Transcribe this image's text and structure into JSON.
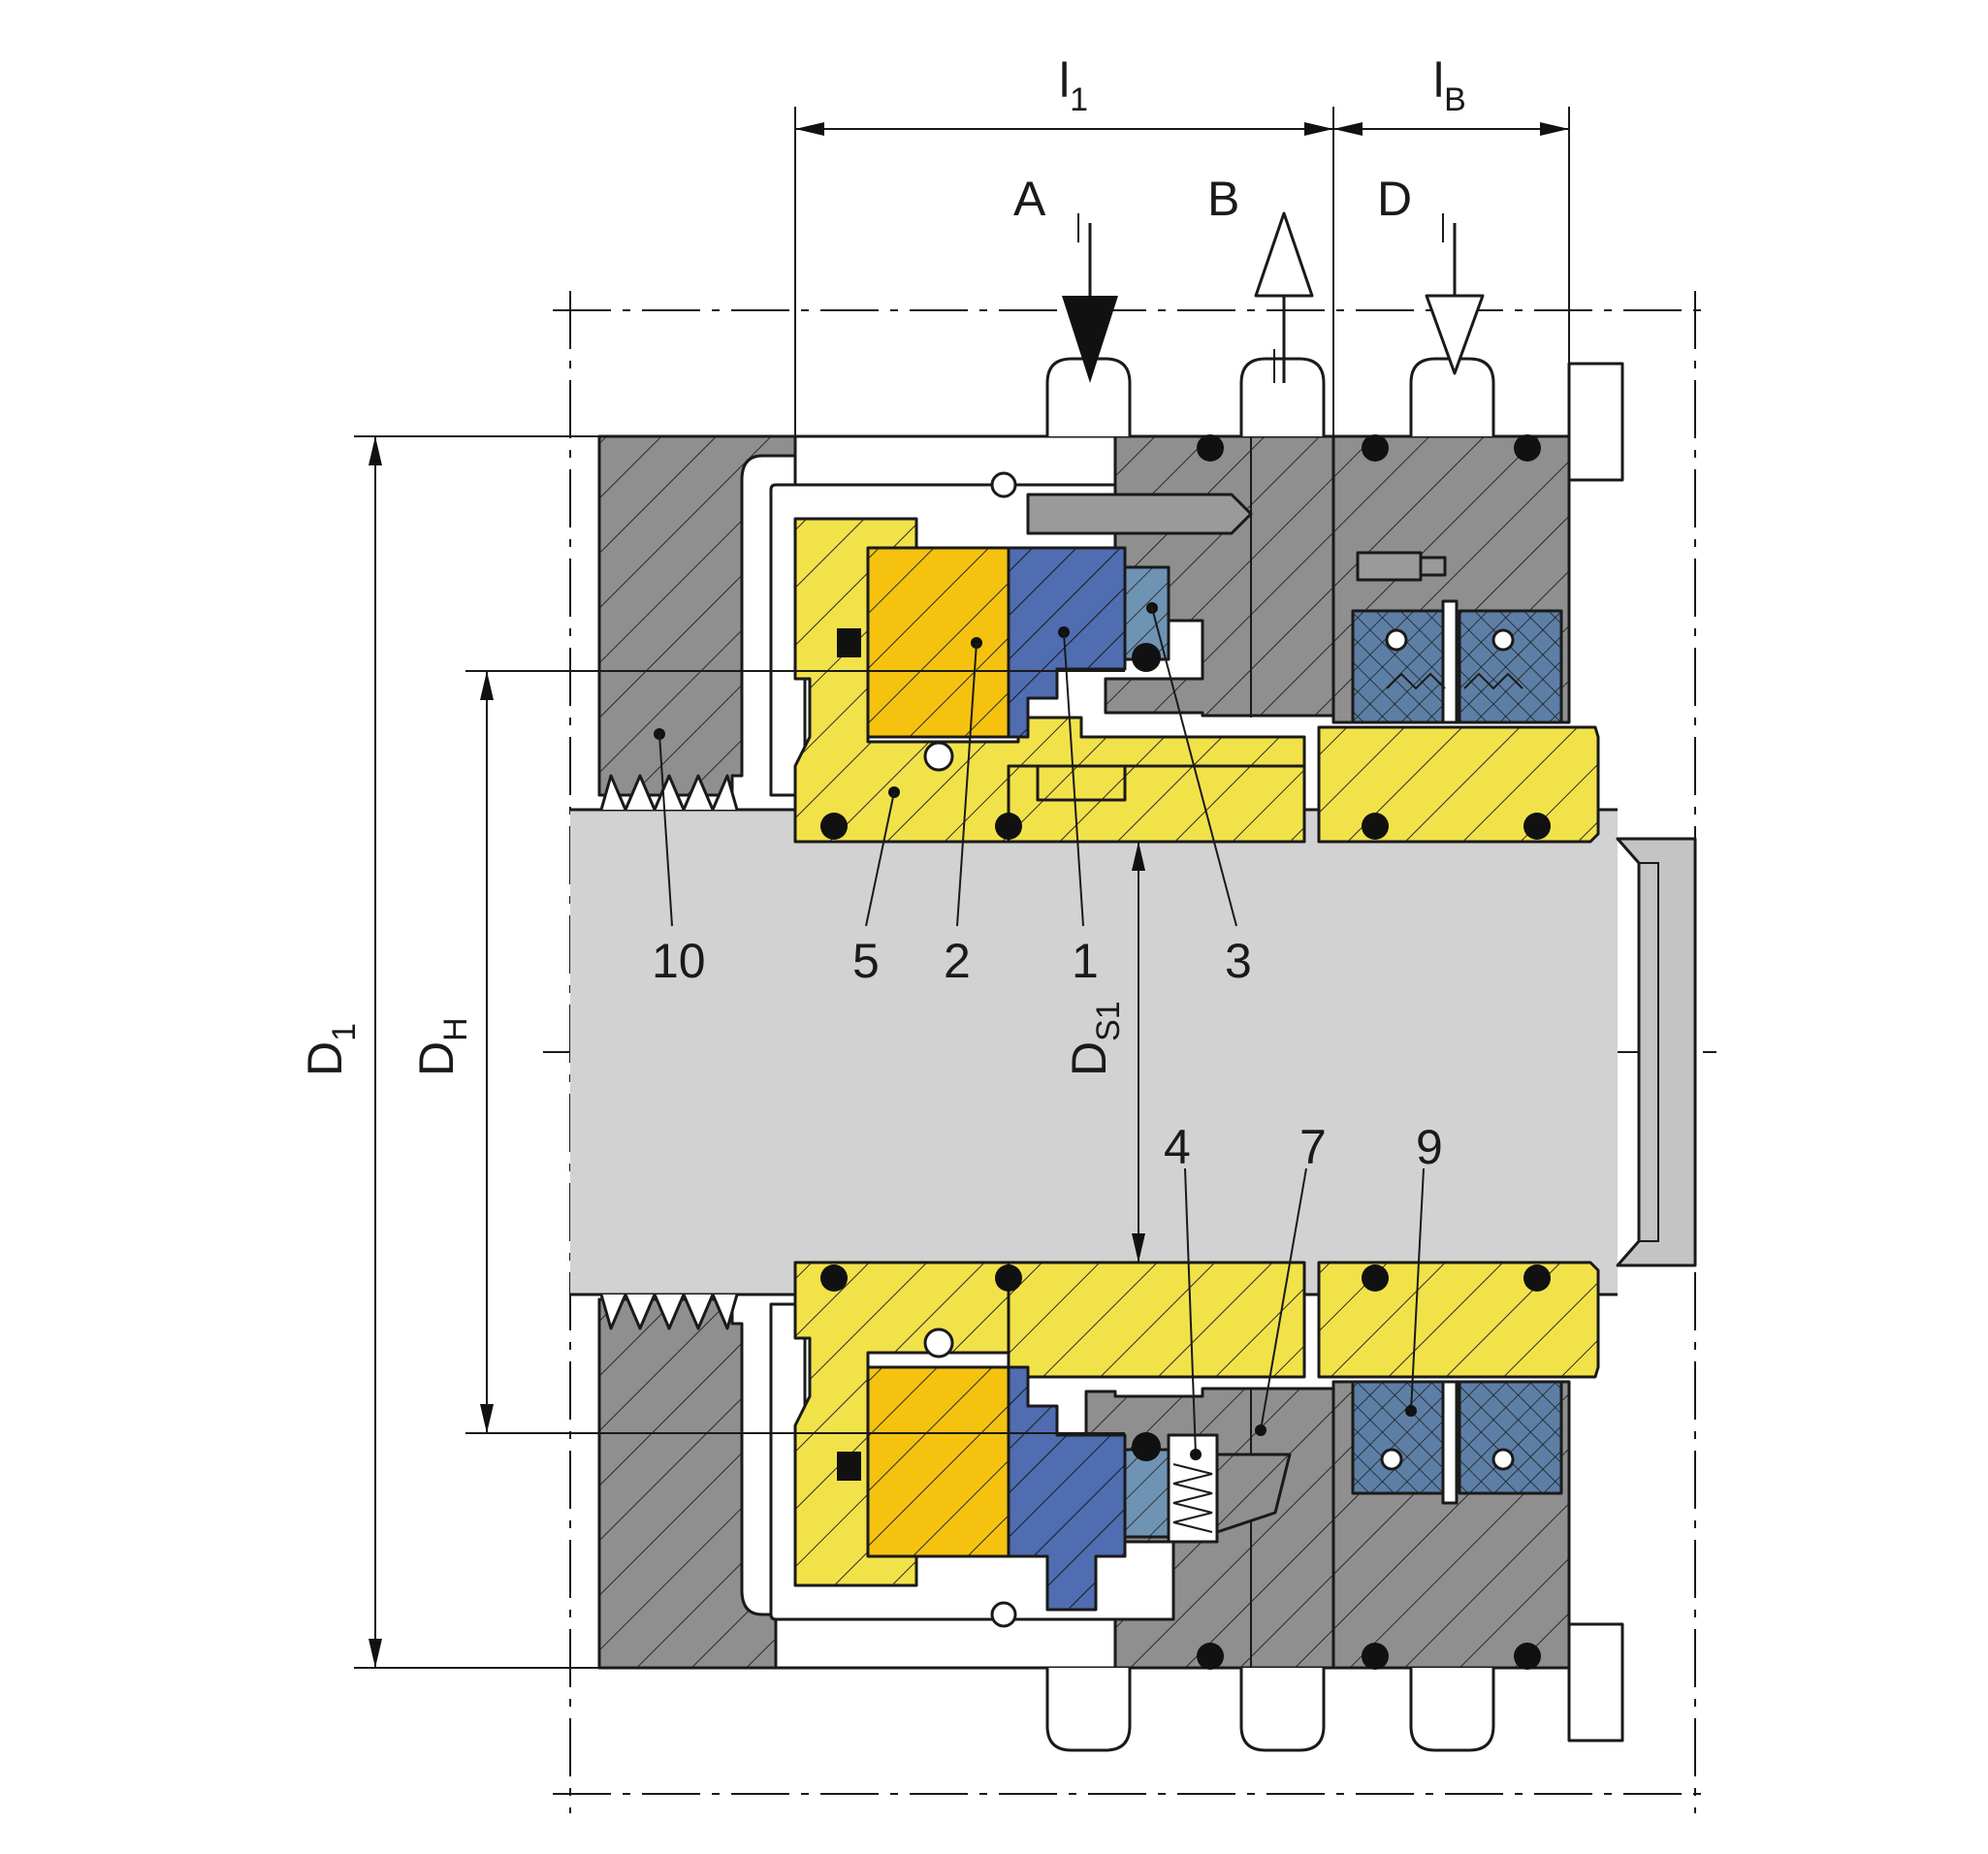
{
  "colors": {
    "housing": "#8f8f8f",
    "shaft": "#d2d2d2",
    "sleeve": "#f2e24a",
    "seat": "#f5c30f",
    "seal_face": "#4f6db0",
    "pressure_ring": "#6f93b3",
    "seal_pack": "#5d7fa6",
    "oring": "#111111"
  },
  "dimensions": {
    "l1": {
      "main": "l",
      "sub": "1"
    },
    "lB": {
      "main": "l",
      "sub": "B"
    },
    "D1": {
      "main": "D",
      "sub": "1"
    },
    "DH": {
      "main": "D",
      "sub": "H"
    },
    "DS1": {
      "main": "D",
      "sub": "S1"
    }
  },
  "ports": [
    "A",
    "B",
    "D"
  ],
  "part_numbers": [
    "10",
    "5",
    "2",
    "1",
    "3",
    "4",
    "7",
    "9"
  ]
}
